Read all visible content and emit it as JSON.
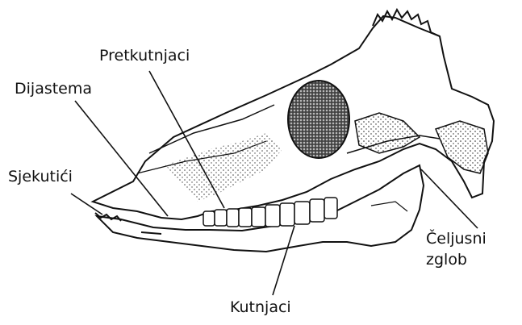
{
  "labels": {
    "pretkutnjaci": "Pretkutnjaci",
    "dijastema": "Dijastema",
    "sjekutici": "Sjekutići",
    "kutnjaci": "Kutnjaci",
    "celjusni_line1": "Čeljusni",
    "celjusni_line2": "zglob"
  },
  "colors": {
    "ink": "#111111",
    "bone": "#ffffff"
  }
}
